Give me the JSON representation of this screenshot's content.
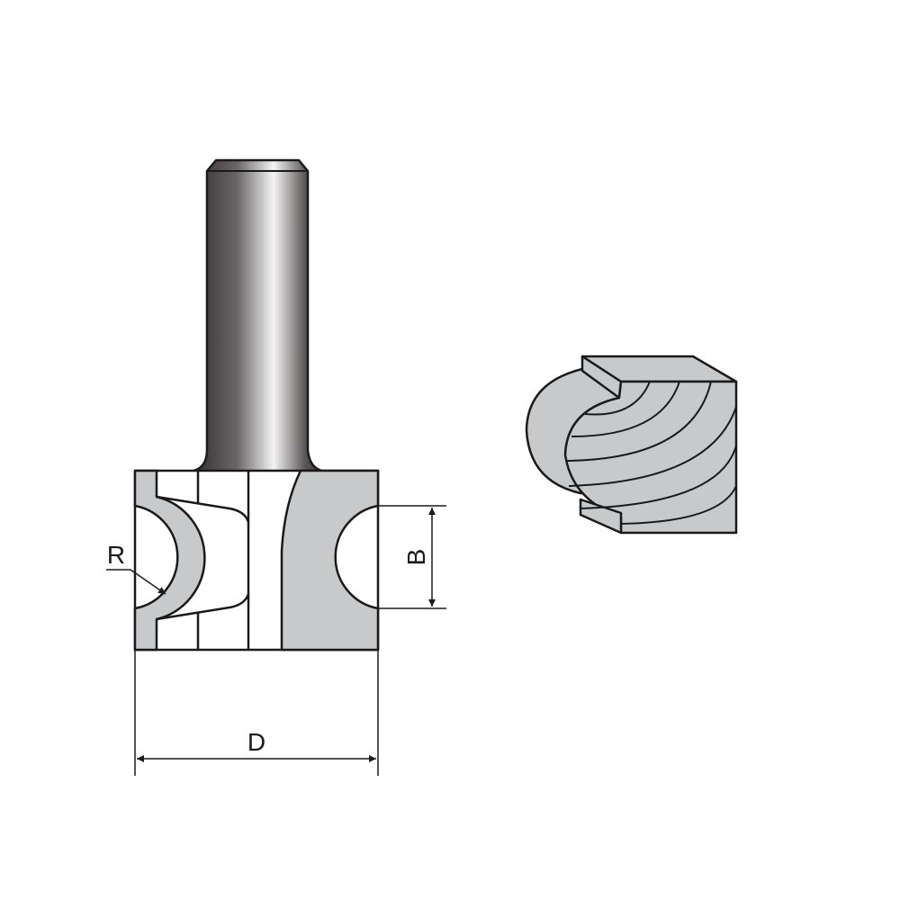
{
  "labels": {
    "radius": "R",
    "height": "B",
    "diameter": "D"
  },
  "colors": {
    "outline": "#1a1a1a",
    "body_gray": "#c8c9cb",
    "shank_dark": "#3a3436",
    "shank_light": "#f2f2f2"
  }
}
